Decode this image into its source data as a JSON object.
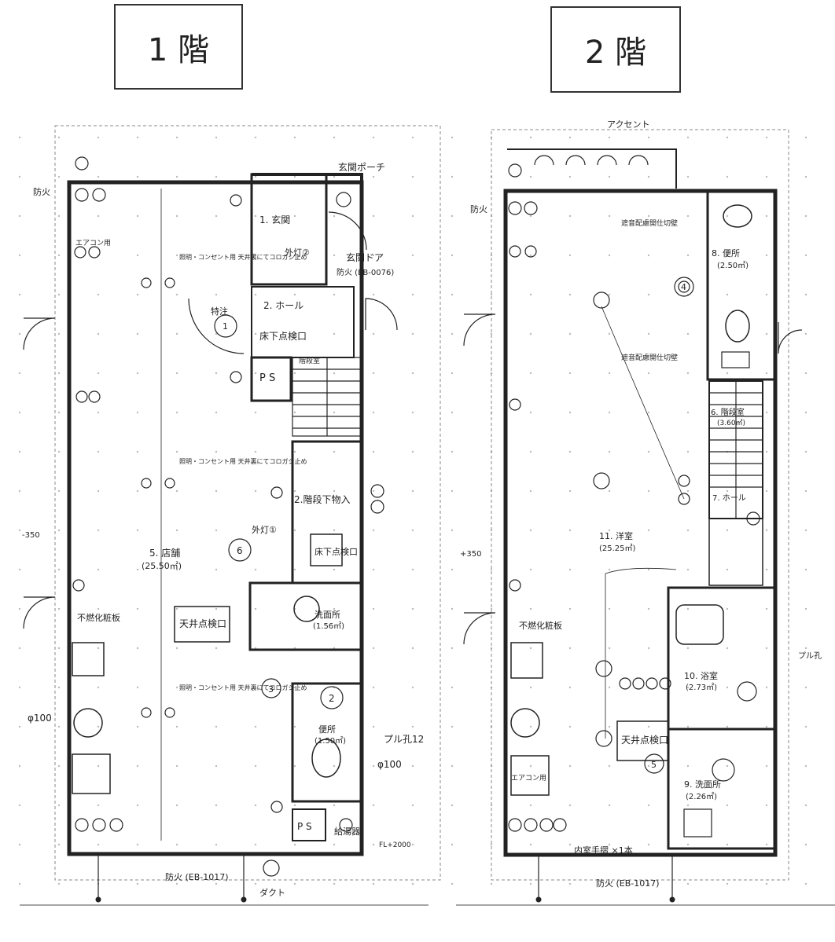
{
  "floors": {
    "first": {
      "title": "1 階",
      "labels": {
        "entrance": "1. 玄関",
        "hall": "2. ホール",
        "under_floor_hatch_top": "床下点検口",
        "ps_top": "P S",
        "stair_storage": "2.階段下物入",
        "under_floor_hatch": "床下点検口",
        "shop": "5. 店舗",
        "shop_area": "(25.50㎡)",
        "ceiling_hatch": "天井点検口",
        "washroom": "洗面所",
        "washroom_area": "(1.56㎡)",
        "toilet": "便所",
        "toilet_area": "(1.50㎡)",
        "nonflammable_board": "不燃化粧板",
        "entrance_porch": "玄関ポーチ",
        "entrance_door": "玄関ドア",
        "fire_door_note": "防火 (EB-0076)",
        "fire_note": "防火 (EB-1017)",
        "hot_water": "給湯器",
        "duct": "ダクト",
        "pull_hole": "プル孔12",
        "pipe_100": "φ100",
        "pipe_100b": "φ100",
        "stairs": "階段室",
        "exterior_light_2": "外灯②",
        "exterior_light_1": "外灯①",
        "special_note": "特注",
        "num_1": "1",
        "num_2": "2",
        "num_3": "3",
        "num_6": "6",
        "ps_bottom": "P S",
        "lighting_note_1": "照明・コンセント用 天井裏にてコロガシ止め",
        "lighting_note_2": "照明・コンセント用 天井裏にてコロガシ止め",
        "lighting_note_3": "照明・コンセント用 天井裏にてコロガシ止め",
        "aircon": "エアコン用",
        "fire_side": "防火",
        "level_note": "-350",
        "fl_note": "FL+2000"
      }
    },
    "second": {
      "title": "2 階",
      "labels": {
        "accent": "アクセント",
        "fire_side": "防火",
        "toilet": "8. 便所",
        "toilet_area": "(2.50㎡)",
        "stairs": "6. 階段室",
        "stairs_area": "(3.60㎡)",
        "hall": "7. ホール",
        "western_room": "11. 洋室",
        "western_room_area": "(25.25㎡)",
        "bathroom": "10. 浴室",
        "bathroom_area": "(2.73㎡)",
        "washroom": "9. 洗面所",
        "washroom_area": "(2.26㎡)",
        "ceiling_hatch": "天井点検口",
        "nonflammable_board": "不燃化粧板",
        "handrail": "内室手摺 ×1本",
        "fire_note": "防火 (EB-1017)",
        "sound_note_1": "遮音配慮開仕切壁",
        "sound_note_2": "遮音配慮開仕切壁",
        "pull_hole": "プル孔",
        "level_note": "+350",
        "num_4": "4",
        "num_5": "5",
        "aircon": "エアコン用"
      }
    }
  },
  "colors": {
    "line": "#222222",
    "grid": "#bbbbbb",
    "paper": "#ffffff"
  }
}
